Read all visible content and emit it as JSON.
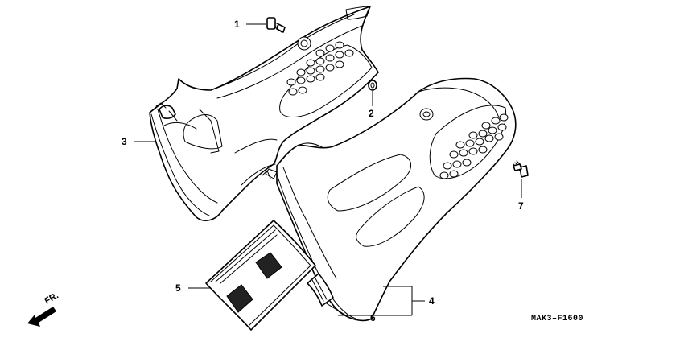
{
  "diagram": {
    "callouts": [
      {
        "id": "1",
        "label": "1"
      },
      {
        "id": "2",
        "label": "2"
      },
      {
        "id": "3",
        "label": "3"
      },
      {
        "id": "4",
        "label": "4"
      },
      {
        "id": "5",
        "label": "5"
      },
      {
        "id": "6",
        "label": "6"
      },
      {
        "id": "7",
        "label": "7"
      }
    ],
    "direction_label": "FR.",
    "figure_code": "MAK3–F1600",
    "colors": {
      "ink": "#000000",
      "paper": "#ffffff"
    }
  }
}
